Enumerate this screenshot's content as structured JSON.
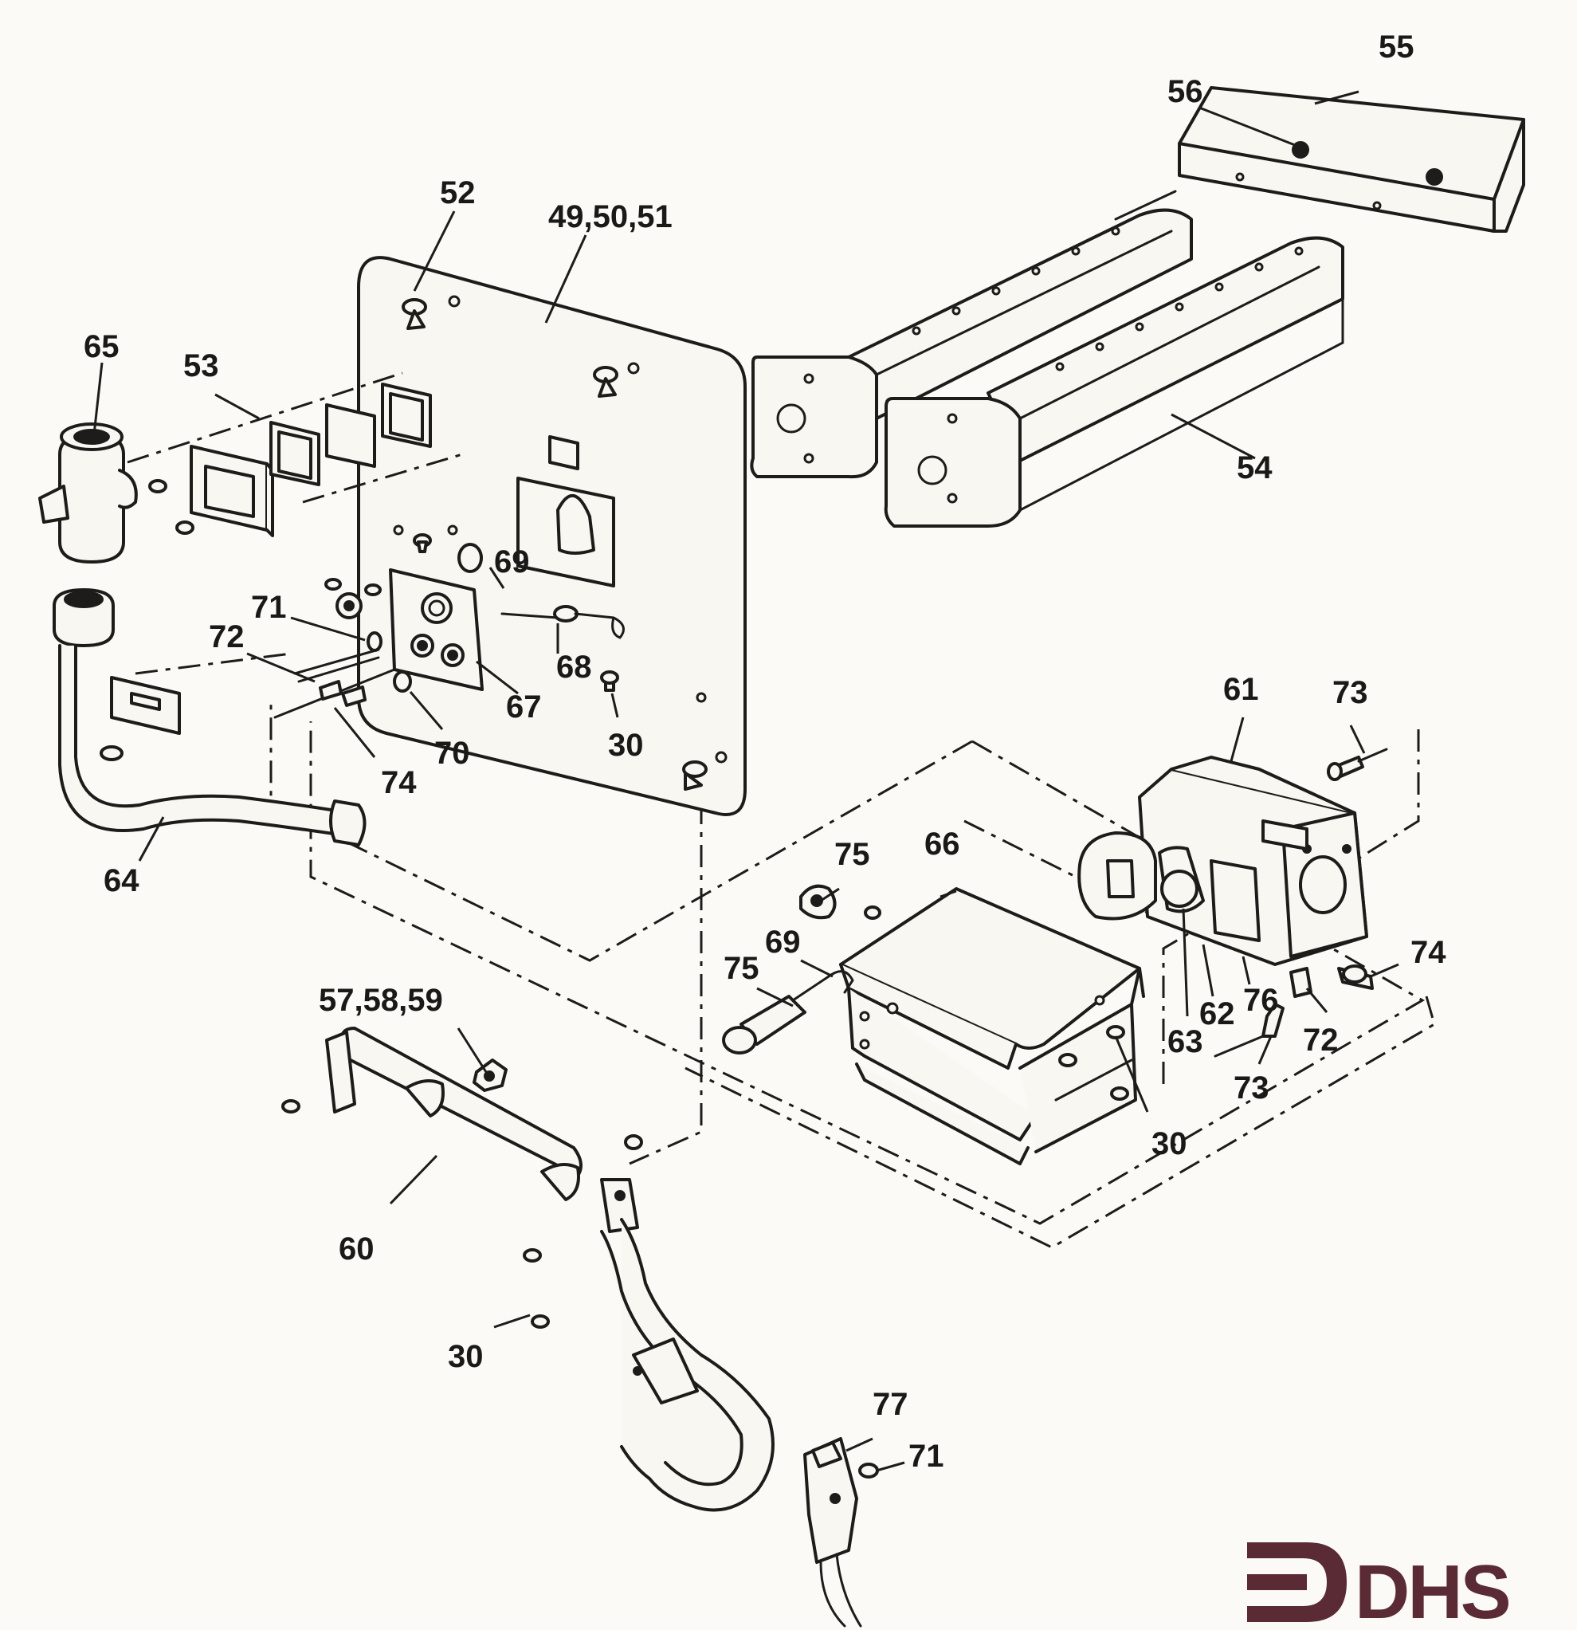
{
  "labels": {
    "l55": "55",
    "l56": "56",
    "l52": "52",
    "l495051": "49,50,51",
    "l65": "65",
    "l53": "53",
    "l54": "54",
    "l69a": "69",
    "l71a": "71",
    "l72a": "72",
    "l68": "68",
    "l67": "67",
    "l30a": "30",
    "l70": "70",
    "l74a": "74",
    "l64": "64",
    "l61": "61",
    "l73a": "73",
    "l75a": "75",
    "l66": "66",
    "l69b": "69",
    "l75b": "75",
    "l74b": "74",
    "l76": "76",
    "l62": "62",
    "l63": "63",
    "l72b": "72",
    "l73b": "73",
    "l30b": "30",
    "l575859": "57,58,59",
    "l60": "60",
    "l30c": "30",
    "l77": "77",
    "l71b": "71"
  },
  "logo": {
    "text": "DHS",
    "color": "#5a2a35"
  },
  "colors": {
    "ink": "#1d1c1a",
    "paper": "#fbfaf6"
  }
}
